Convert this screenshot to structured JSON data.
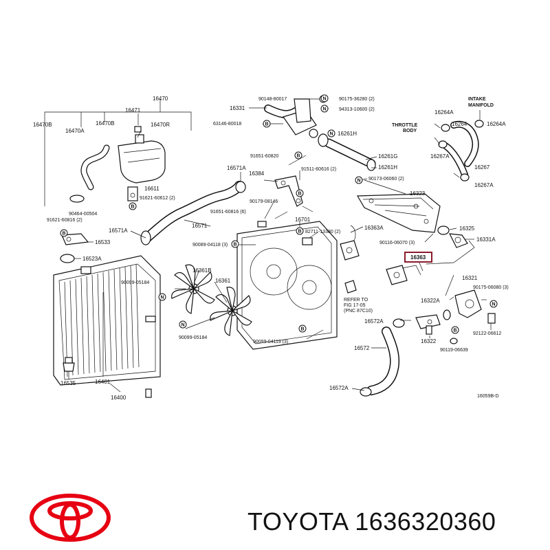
{
  "diagram": {
    "fig_code": "16059B-D",
    "highlighted_part": "16363",
    "callouts": {
      "c16470": "16470",
      "c16471": "16471",
      "c16470B": "16470B",
      "c16470A": "16470A",
      "c16470B2": "16470B",
      "c16470R": "16470R",
      "c16611": "16611",
      "c91621a": "91621-60612 (2)",
      "c90464": "90464-00504",
      "c91621b": "91621-60816 (2)",
      "c16533": "16533",
      "c16523A": "16523A",
      "c16571Aa": "16571A",
      "c16571Ab": "16571A",
      "c16571": "16571",
      "c16331": "16331",
      "c90148": "90148-80017",
      "c63146": "63146-80018",
      "c90175a": "90175-36280 (2)",
      "c94313": "94313-10600 (2)",
      "c16261H": "16261H",
      "c16261G": "16261G",
      "c16261H2": "16261H",
      "c91651a": "91651-60820",
      "c16384": "16384",
      "c91511": "91511-60616 (2)",
      "c90179": "90179-08146",
      "c91651b": "91651-60816 (6)",
      "c16701": "16701",
      "c82711": "82711-13380 (2)",
      "c16363A": "16363A",
      "c90089a": "90089-04118 (3)",
      "c90173": "90173-06060 (2)",
      "c16323": "16323",
      "c16325": "16325",
      "c16331A": "16331A",
      "c90116": "90116-06070 (3)",
      "c16363": "16363",
      "c16361B": "16361B",
      "c16361": "16361",
      "c90099a": "90099-05184",
      "c90099b": "90099-05184",
      "c90099c": "90099-04119 (3)",
      "c16321": "16321",
      "c90175b": "90175-06080 (3)",
      "c16322A": "16322A",
      "c16572Aa": "16572A",
      "c16322": "16322",
      "c90119": "90119-06639",
      "c92122": "92122-06612",
      "c16572": "16572",
      "c16572Ab": "16572A",
      "c16535": "16535",
      "c16401": "16401",
      "c16400": "16400",
      "c16264Aa": "16264A",
      "c16264": "16264",
      "c16264Ab": "16264A",
      "c16267A": "16267A",
      "c16267": "16267",
      "c16267A2": "16267A",
      "intake1": "INTAKE",
      "intake2": "MANIFOLD",
      "throttle1": "THROTTLE",
      "throttle2": "BODY",
      "refer1": "REFER TO",
      "refer2": "FIG 17-05",
      "refer3": "(PNC 87C10)"
    },
    "markers": {
      "B": "B",
      "N": "N"
    }
  },
  "footer": {
    "brand": "TOYOTA",
    "part_number": "1636320360"
  },
  "colors": {
    "highlight": "#8b1a2b",
    "logo": "#e60012",
    "ink": "#111111"
  },
  "icons": {
    "logo": "toyota-logo-icon"
  }
}
